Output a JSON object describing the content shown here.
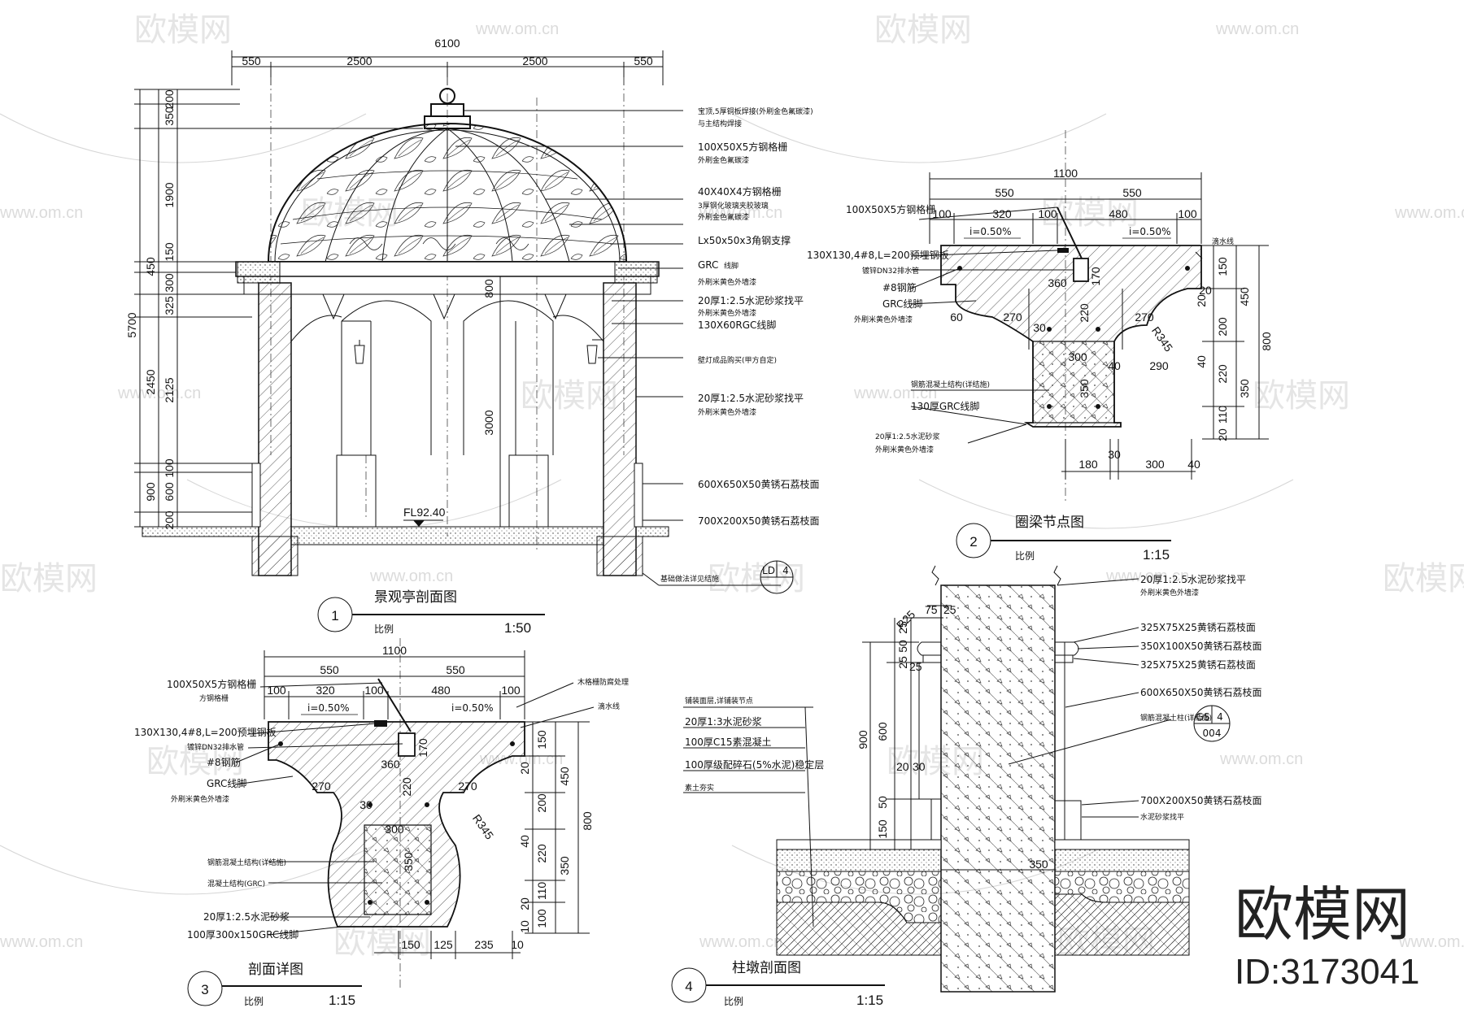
{
  "watermarks": {
    "logo_text": "欧模网",
    "url_text": "www.om.cn"
  },
  "brand": {
    "name": "欧模网",
    "id": "ID:3173041"
  },
  "d1": {
    "top_total": "6100",
    "top_dims": [
      "550",
      "2500",
      "2500",
      "550"
    ],
    "left_dims": [
      "200",
      "350",
      "1900",
      "150",
      "450",
      "300",
      "325",
      "2450",
      "2125",
      "5700",
      "100",
      "600",
      "900",
      "200"
    ],
    "mid_dims": [
      "800",
      "3000"
    ],
    "floor_level": "FL92.40",
    "notes": [
      "宝顶,5厚铜板焊接(外刷金色氟碳漆)",
      "与主结构焊接",
      "100X50X5方钢格栅",
      "外刷金色氟碳漆",
      "40X40X4方钢格栅",
      "3厚钢化玻璃夹胶玻璃",
      "外刷金色氟碳漆",
      "Lx50x50x3角钢支撑",
      "GRC",
      "线脚",
      "外刷米黄色外墙漆",
      "20厚1:2.5水泥砂浆找平",
      "外刷米黄色外墙漆",
      "130X60RGC线脚",
      "壁灯成品购买(甲方自定)",
      "20厚1:2.5水泥砂浆找平",
      "外刷米黄色外墙漆",
      "600X650X50黄锈石荔枝面",
      "700X200X50黄锈石荔枝面",
      "基础做法详见结施"
    ],
    "ref_top": "LD",
    "ref_bot": "4",
    "num": "1",
    "title": "景观亭剖面图",
    "scale_label": "比例",
    "scale": "1:50"
  },
  "d2": {
    "top_total": "1100",
    "top_dims": [
      "550",
      "550"
    ],
    "sub_dims": [
      "100",
      "320",
      "100",
      "480",
      "100"
    ],
    "slopes": [
      "i=0.50%",
      "i=0.50%"
    ],
    "inner_dims": [
      "360",
      "170",
      "220",
      "30",
      "300",
      "350",
      "270",
      "270",
      "60",
      "R345",
      "40",
      "290",
      "20"
    ],
    "right_dims": [
      "150",
      "450",
      "200",
      "800",
      "220",
      "350",
      "110",
      "20",
      "40",
      "20"
    ],
    "bottom_dims": [
      "180",
      "30",
      "300",
      "40"
    ],
    "notes": [
      "100X50X5方钢格栅",
      "130X130,4#8,L=200预埋钢板",
      "镀锌DN32排水管",
      "#8钢筋",
      "GRC线脚",
      "外刷米黄色外墙漆",
      "钢筋混凝土结构(详结施)",
      "130厚GRC线脚",
      "20厚1:2.5水泥砂浆",
      "外刷米黄色外墙漆",
      "滴水线"
    ],
    "num": "2",
    "title": "圈梁节点图",
    "scale_label": "比例",
    "scale": "1:15"
  },
  "d3": {
    "top_total": "1100",
    "top_dims": [
      "550",
      "550"
    ],
    "sub_dims": [
      "100",
      "320",
      "100",
      "480",
      "100"
    ],
    "slopes": [
      "i=0.50%",
      "i=0.50%"
    ],
    "inner_dims": [
      "360",
      "170",
      "220",
      "270",
      "270",
      "30",
      "300",
      "R345",
      "350",
      "150"
    ],
    "right_dims": [
      "150",
      "20",
      "450",
      "200",
      "800",
      "40",
      "220",
      "350",
      "20",
      "110",
      "100",
      "10"
    ],
    "bottom_dims": [
      "150",
      "125",
      "235",
      "10"
    ],
    "notes": [
      "100X50X5方钢格栅",
      "方钢格栅",
      "130X130,4#8,L=200预埋钢板",
      "镀锌DN32排水管",
      "#8钢筋",
      "GRC线脚",
      "外刷米黄色外墙漆",
      "钢筋混凝土结构(详结施)",
      "混凝土结构(GRC)",
      "20厚1:2.5水泥砂浆",
      "100厚300x150GRC线脚",
      "木格栅防腐处理",
      "滴水线"
    ],
    "num": "3",
    "title": "剖面详图",
    "scale_label": "比例",
    "scale": "1:15"
  },
  "d4": {
    "top_dims": [
      "25",
      "75",
      "R25"
    ],
    "left_dims": [
      "25",
      "50",
      "25",
      "25",
      "600",
      "900",
      "20",
      "30",
      "50",
      "150"
    ],
    "bottom_dim": "350",
    "notes_left": [
      "铺装面层,详铺装节点",
      "20厚1:3水泥砂浆",
      "100厚C15素混凝土",
      "100厚级配碎石(5%水泥)稳定层",
      "素土夯实"
    ],
    "notes_right": [
      "20厚1:2.5水泥砂浆找平",
      "外刷米黄色外墙漆",
      "325X75X25黄锈石荔枝面",
      "350X100X50黄锈石荔枝面",
      "325X75X25黄锈石荔枝面",
      "600X650X50黄锈石荔枝面",
      "钢筋混凝土柱(详结施)",
      "700X200X50黄锈石荔枝面",
      "水泥砂浆找平"
    ],
    "ref_top": "GS",
    "ref_mid": "4",
    "ref_bot": "004",
    "num": "4",
    "title": "柱墩剖面图",
    "scale_label": "比例",
    "scale": "1:15"
  }
}
